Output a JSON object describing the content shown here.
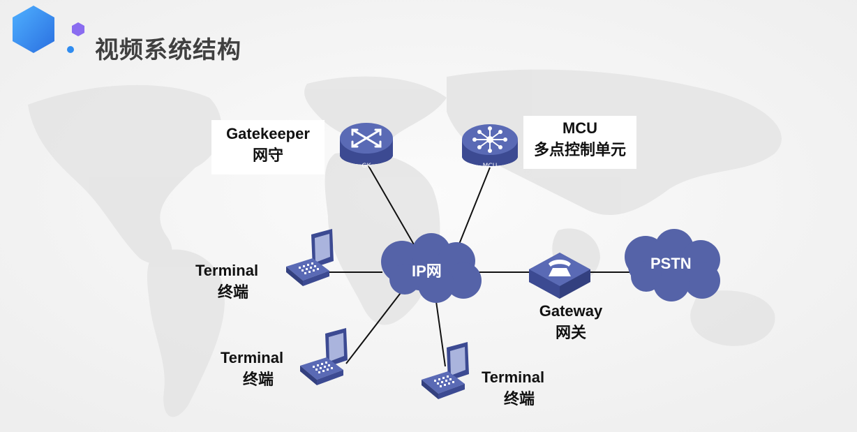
{
  "page": {
    "title": "视频系统结构"
  },
  "colors": {
    "device": "#4a5aa3",
    "device_dark": "#33407f",
    "cloud": "#5563a8",
    "line": "#111111",
    "logo_blue": "#2f8cf0",
    "logo_purple": "#8a6cf0"
  },
  "nodes": {
    "ip_network": {
      "label": "IP网"
    },
    "gatekeeper": {
      "name": "Gatekeeper",
      "subtitle": "网守",
      "icon_label": "GK"
    },
    "mcu": {
      "name": "MCU",
      "subtitle": "多点控制单元",
      "icon_label": "MCU"
    },
    "gateway": {
      "name": "Gateway",
      "subtitle": "网关"
    },
    "pstn": {
      "label": "PSTN"
    },
    "terminals": [
      {
        "name": "Terminal",
        "subtitle": "终端"
      },
      {
        "name": "Terminal",
        "subtitle": "终端"
      },
      {
        "name": "Terminal",
        "subtitle": "终端"
      }
    ]
  }
}
